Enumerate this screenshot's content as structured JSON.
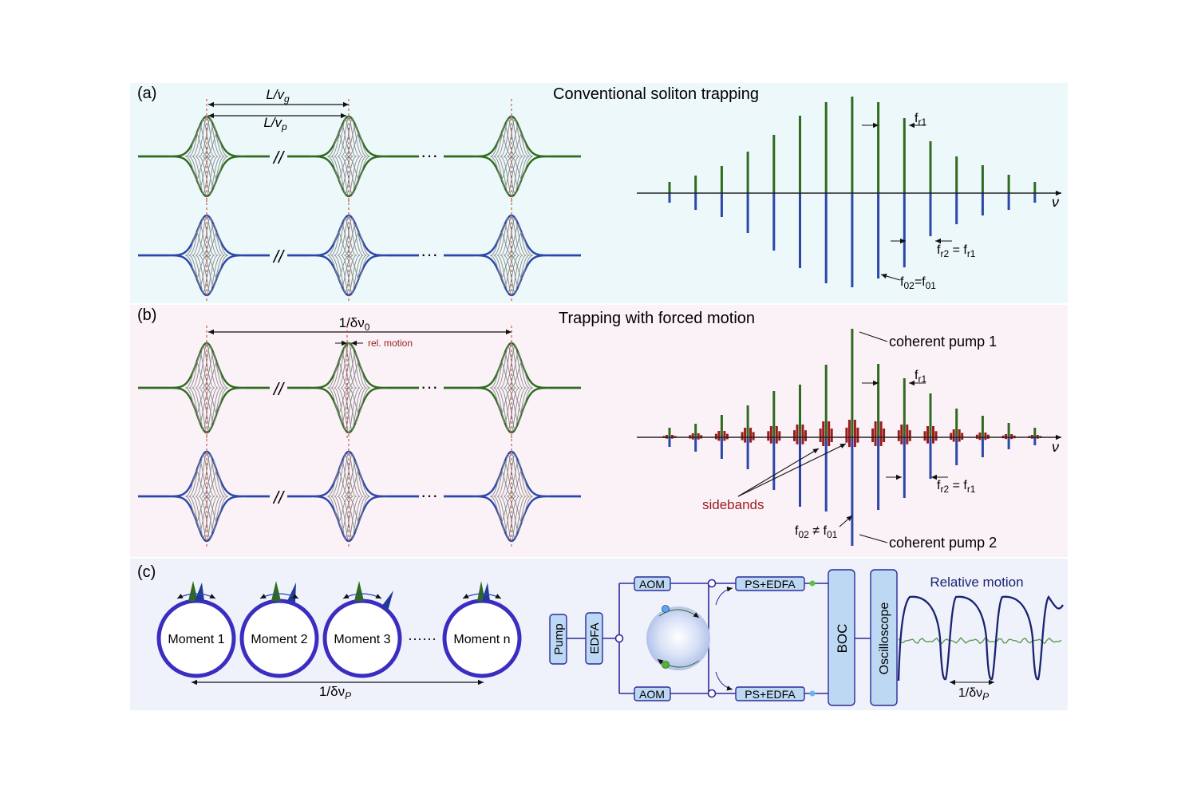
{
  "panel_a": {
    "label": "(a)",
    "title": "Conventional soliton trapping",
    "group_time": "L/v",
    "group_sub": "g",
    "phase_time": "L/v",
    "phase_sub": "p",
    "break_mark": "//",
    "ellipsis": "···",
    "axis_var": "ν",
    "fr1_main": "f",
    "fr1_sub": "r1",
    "fr2_main": "f",
    "fr2_sub": "r2",
    "fr2_eq": " = f",
    "fr2_eq_sub": "r1",
    "f0_main": "f",
    "f0_sub": "02",
    "f0_eq": "=f",
    "f0_eq_sub": "01"
  },
  "panel_b": {
    "label": "(b)",
    "title": "Trapping with forced motion",
    "period_main": "1/δν",
    "period_sub": "0",
    "rel_motion": "rel. motion",
    "break_mark": "//",
    "ellipsis": "···",
    "axis_var": "ν",
    "pump1": "coherent pump 1",
    "pump2": "coherent pump 2",
    "sidebands": "sidebands",
    "fr1_main": "f",
    "fr1_sub": "r1",
    "fr2_main": "f",
    "fr2_sub": "r2",
    "fr2_eq": " = f",
    "fr2_eq_sub": "r1",
    "f0_main": "f",
    "f0_sub": "02",
    "f0_neq": " ≠ f",
    "f0_neq_sub": "01"
  },
  "panel_c": {
    "label": "(c)",
    "moments": [
      "Moment 1",
      "Moment 2",
      "Moment 3",
      "Moment n"
    ],
    "dots": "······",
    "period_main": "1/δν",
    "period_sub": "P",
    "pump": "Pump",
    "edfa": "EDFA",
    "aom_top": "AOM",
    "aom_bottom": "AOM",
    "ps_top": "PS+EDFA",
    "ps_bottom": "PS+EDFA",
    "boc": "BOC",
    "scope": "Oscilloscope",
    "trace_title": "Relative motion",
    "trace_period_main": "1/δν",
    "trace_period_sub": "P"
  },
  "colors": {
    "green": "#2f6b1f",
    "blue": "#2b47a8",
    "red": "#9a1c1c",
    "navy": "#1a2470",
    "ring": "#3a2dc0",
    "bg_a": "#edf8fa",
    "bg_b": "#fbf2f8",
    "bg_c": "#eff2fb",
    "box": "#bcd8f3"
  }
}
